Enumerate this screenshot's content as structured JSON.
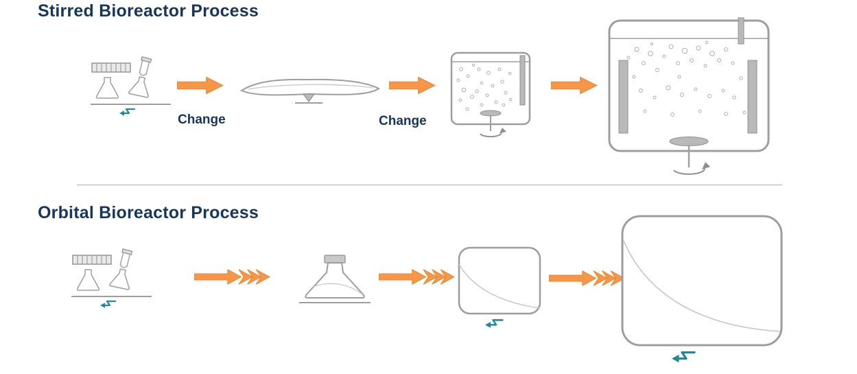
{
  "colors": {
    "title": "#17365d",
    "arrow": "#f79646",
    "arrow_edge": "#e0862f",
    "outline": "#9d9d9d",
    "gray_fill": "#b9b9b9",
    "teal": "#23869b",
    "divider": "#94b7d4"
  },
  "stirred_process": {
    "title": "Stirred Bioreactor Process",
    "transition_labels": [
      "Change",
      "Change"
    ],
    "steps": [
      {
        "id": "small-scale-cultures",
        "icon": "microplate-flasks-shaker-icon"
      },
      {
        "id": "wave-bag-bioreactor",
        "icon": "wave-bag-icon"
      },
      {
        "id": "stirred-tank-bioreactor-small",
        "icon": "stirred-tank-small-icon"
      },
      {
        "id": "stirred-tank-bioreactor-large",
        "icon": "stirred-tank-large-icon"
      }
    ]
  },
  "orbital_process": {
    "title": "Orbital Bioreactor Process",
    "steps": [
      {
        "id": "small-scale-cultures",
        "icon": "microplate-flasks-shaker-icon"
      },
      {
        "id": "shake-flask",
        "icon": "erlenmeyer-flask-icon"
      },
      {
        "id": "orbital-bioreactor-small",
        "icon": "orbital-vessel-small-icon"
      },
      {
        "id": "orbital-bioreactor-large",
        "icon": "orbital-vessel-large-icon"
      }
    ]
  }
}
